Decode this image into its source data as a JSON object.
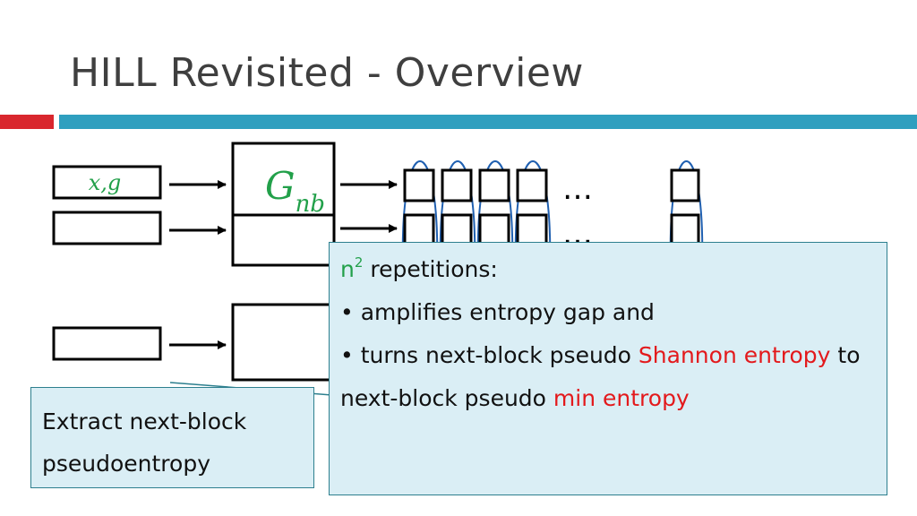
{
  "title": "HILL Revisited - Overview",
  "diagram": {
    "input_label": "x,g",
    "generator_label_main": "G",
    "generator_label_sub": "nb",
    "ellipsis": "…"
  },
  "callout_main": {
    "heading_prefix": "n",
    "heading_sup": "2",
    "heading_rest": " repetitions:",
    "bullet1": "• amplifies entropy gap and",
    "bullet2_part1": "• turns next-block pseudo ",
    "bullet2_red1": "Shannon entropy",
    "bullet2_part2": " to next-block pseudo ",
    "bullet2_red2": "min entropy"
  },
  "callout_left": {
    "text": "Extract next-block pseudoentropy"
  },
  "colors": {
    "title": "#3f3f3f",
    "accent_red": "#d9272e",
    "accent_blue": "#2f9fbf",
    "green": "#22a04a",
    "red_text": "#e3191c",
    "arc_blue": "#1f5fb0",
    "callout_fill": "#daeef5",
    "callout_border": "#2d7f8e"
  }
}
